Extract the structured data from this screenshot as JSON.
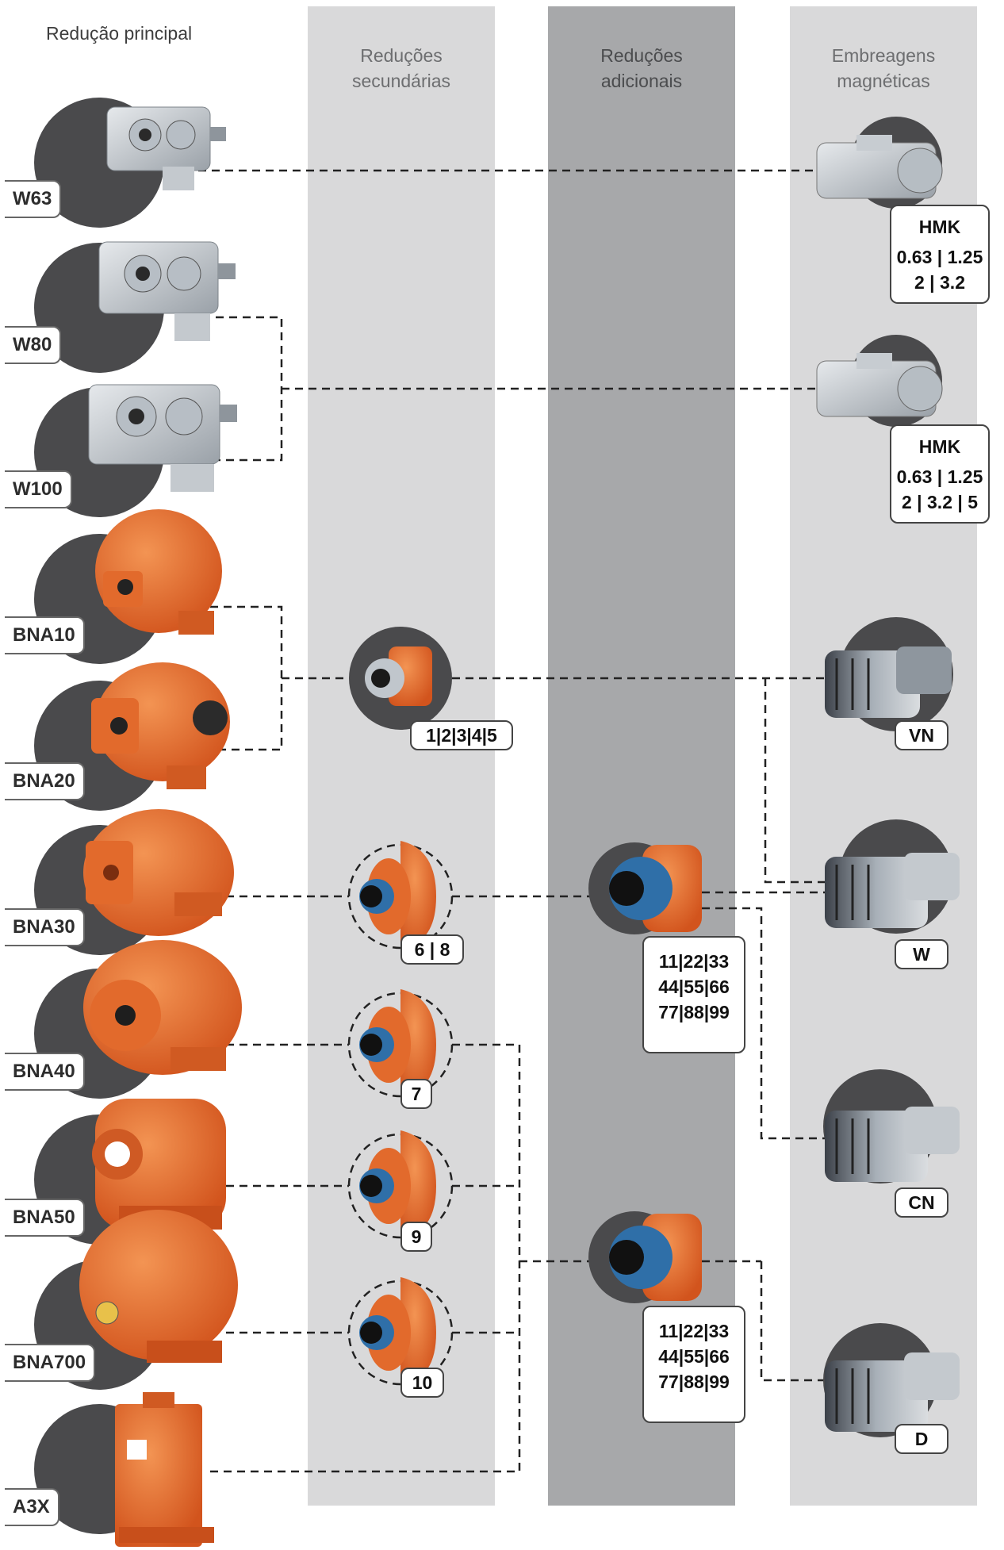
{
  "headers": {
    "main": "Redução principal",
    "secondary": "Reduções\nsecundárias",
    "additional": "Reduções\nadicionais",
    "clutches": "Embreagens\nmagnéticas"
  },
  "main_products": [
    {
      "label": "W63"
    },
    {
      "label": "W80"
    },
    {
      "label": "W100"
    },
    {
      "label": "BNA10"
    },
    {
      "label": "BNA20"
    },
    {
      "label": "BNA30"
    },
    {
      "label": "BNA40"
    },
    {
      "label": "BNA50"
    },
    {
      "label": "BNA700"
    },
    {
      "label": "A3X"
    }
  ],
  "secondary_reductions": [
    {
      "label": "1|2|3|4|5"
    },
    {
      "label": "6 | 8"
    },
    {
      "label": "7"
    },
    {
      "label": "9"
    },
    {
      "label": "10"
    }
  ],
  "additional_reductions": [
    {
      "line1": "11|22|33",
      "line2": "44|55|66",
      "line3": "77|88|99"
    },
    {
      "line1": "11|22|33",
      "line2": "44|55|66",
      "line3": "77|88|99"
    }
  ],
  "clutches": [
    {
      "name": "HMK",
      "line1": "0.63 | 1.25",
      "line2": "2 | 3.2"
    },
    {
      "name": "HMK",
      "line1": "0.63 | 1.25",
      "line2": "2 | 3.2 | 5"
    },
    {
      "name": "VN"
    },
    {
      "name": "W"
    },
    {
      "name": "CN"
    },
    {
      "name": "D"
    }
  ],
  "colors": {
    "band_light": "#d9d9da",
    "band_mid": "#a7a8aa",
    "circle": "#4a4a4c",
    "orange": "#e8692a",
    "steel": "#c8ccd0"
  }
}
